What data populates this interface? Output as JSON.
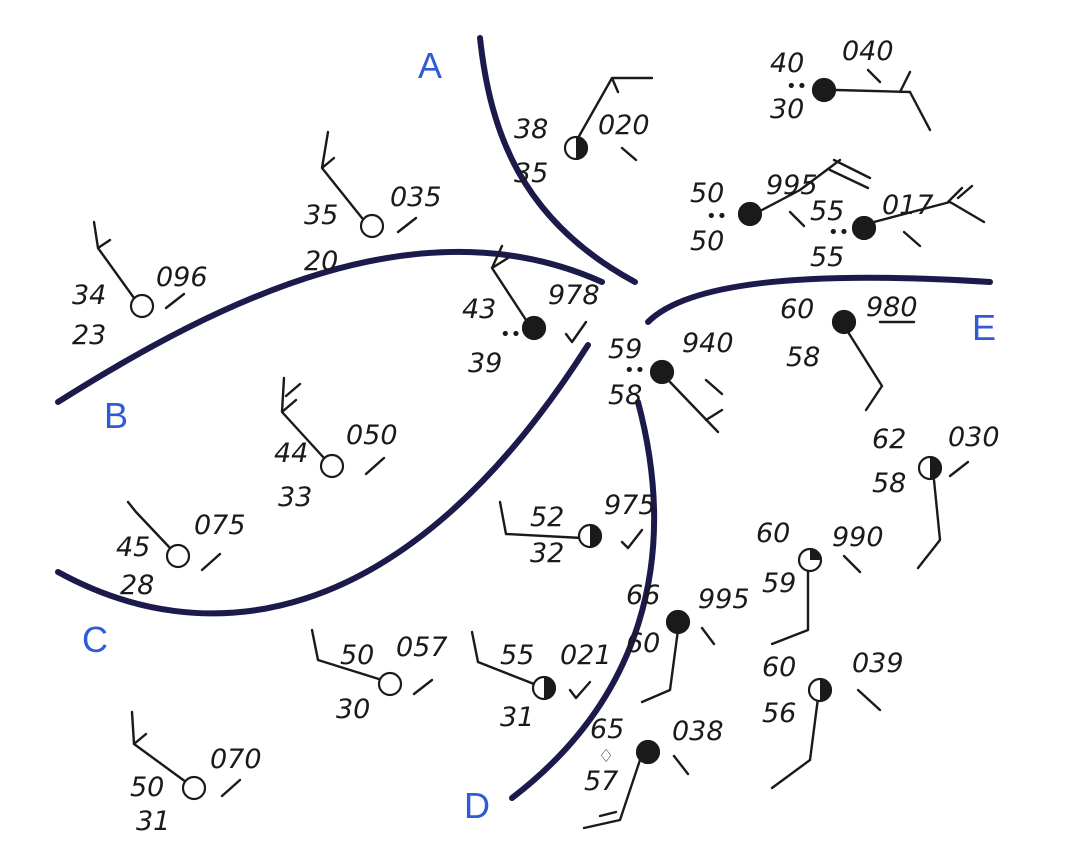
{
  "colors": {
    "front": "#1c1a4a",
    "label": "#2f5bd6",
    "ink": "#1a1a1a"
  },
  "front_labels": {
    "A": "A",
    "B": "B",
    "C": "C",
    "D": "D",
    "E": "E"
  },
  "stations": [
    {
      "id": "s1",
      "temp": "38",
      "dew": "35",
      "pressure": "020",
      "cover": "half"
    },
    {
      "id": "s2",
      "temp": "40",
      "dew": "30",
      "pressure": "040",
      "cover": "full",
      "weather": "••"
    },
    {
      "id": "s3",
      "temp": "35",
      "dew": "20",
      "pressure": "035",
      "cover": "empty"
    },
    {
      "id": "s4",
      "temp": "50",
      "dew": "50",
      "pressure": "995",
      "cover": "full",
      "weather": "••"
    },
    {
      "id": "s5",
      "temp": "55",
      "dew": "55",
      "pressure": "017",
      "cover": "full",
      "weather": "••"
    },
    {
      "id": "s6",
      "temp": "34",
      "dew": "23",
      "pressure": "096",
      "cover": "empty"
    },
    {
      "id": "s7",
      "temp": "43",
      "dew": "39",
      "pressure": "978",
      "cover": "full",
      "weather": "••"
    },
    {
      "id": "s8",
      "temp": "60",
      "dew": "58",
      "pressure": "980",
      "cover": "full"
    },
    {
      "id": "s9",
      "temp": "59",
      "dew": "58",
      "pressure": "940",
      "cover": "full",
      "weather": "••"
    },
    {
      "id": "s10",
      "temp": "44",
      "dew": "33",
      "pressure": "050",
      "cover": "empty"
    },
    {
      "id": "s11",
      "temp": "62",
      "dew": "58",
      "pressure": "030",
      "cover": "half"
    },
    {
      "id": "s12",
      "temp": "45",
      "dew": "28",
      "pressure": "075",
      "cover": "empty"
    },
    {
      "id": "s13",
      "temp": "52",
      "dew": "32",
      "pressure": "975",
      "cover": "half"
    },
    {
      "id": "s14",
      "temp": "60",
      "dew": "59",
      "pressure": "990",
      "cover": "quarter"
    },
    {
      "id": "s15",
      "temp": "66",
      "dew": "60",
      "pressure": "995",
      "cover": "full"
    },
    {
      "id": "s16",
      "temp": "50",
      "dew": "30",
      "pressure": "057",
      "cover": "empty"
    },
    {
      "id": "s17",
      "temp": "55",
      "dew": "31",
      "pressure": "021",
      "cover": "half"
    },
    {
      "id": "s18",
      "temp": "60",
      "dew": "56",
      "pressure": "039",
      "cover": "half"
    },
    {
      "id": "s19",
      "temp": "65",
      "dew": "57",
      "pressure": "038",
      "cover": "full",
      "weather": "♢"
    },
    {
      "id": "s20",
      "temp": "50",
      "dew": "31",
      "pressure": "070",
      "cover": "empty"
    }
  ]
}
